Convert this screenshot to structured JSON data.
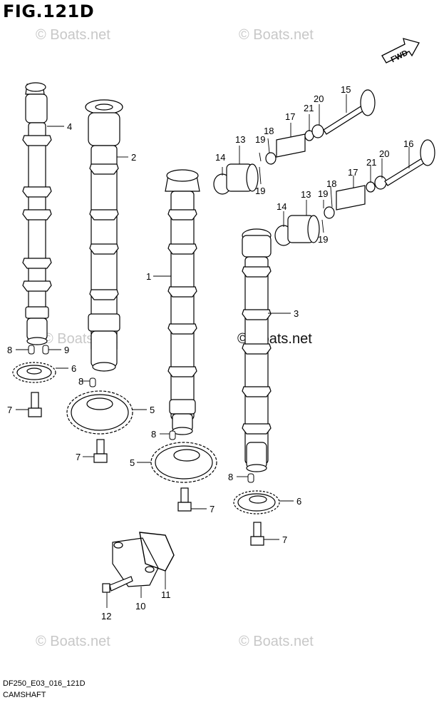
{
  "figure": {
    "title": "FIG.121D",
    "model_code": "DF250_E03_016_121D",
    "caption": "CAMSHAFT"
  },
  "watermarks": {
    "top_left": "© Boats.net",
    "top_right": "© Boats.net",
    "middle_left": "© Boats.net",
    "middle_right": "© Boats.net",
    "bottom_left": "© Boats.net",
    "bottom_right": "© Boats.net"
  },
  "direction_label": "FWD",
  "callouts": {
    "c1": "1",
    "c2": "2",
    "c3": "3",
    "c4": "4",
    "c5a": "5",
    "c5b": "5",
    "c6a": "6",
    "c6b": "6",
    "c7a": "7",
    "c7b": "7",
    "c7c": "7",
    "c7d": "7",
    "c8a": "8",
    "c8b": "8",
    "c8c": "8",
    "c8d": "8",
    "c9": "9",
    "c10": "10",
    "c11": "11",
    "c12": "12",
    "c13a": "13",
    "c13b": "13",
    "c14a": "14",
    "c14b": "14",
    "c15": "15",
    "c16": "16",
    "c17a": "17",
    "c17b": "17",
    "c18a": "18",
    "c18b": "18",
    "c19a": "19",
    "c19b": "19",
    "c19c": "19",
    "c19d": "19",
    "c20a": "20",
    "c20b": "20",
    "c21a": "21",
    "c21b": "21"
  }
}
